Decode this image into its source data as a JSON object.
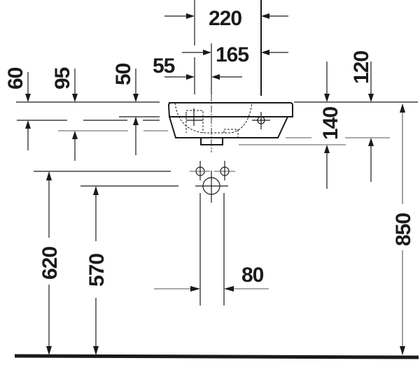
{
  "drawing": {
    "title": "Washbasin installation dimensions (front view)",
    "units": "mm",
    "colors": {
      "line": "#1a1a1a",
      "background": "#ffffff"
    },
    "dimensions": {
      "overall_width": "220",
      "tap_to_edge": "165",
      "tap_offset": "55",
      "left_60": "60",
      "left_95": "95",
      "left_50": "50",
      "right_120": "120",
      "basin_depth": "140",
      "drain_width": "80",
      "height_620": "620",
      "height_570": "570",
      "rim_height": "850"
    }
  }
}
